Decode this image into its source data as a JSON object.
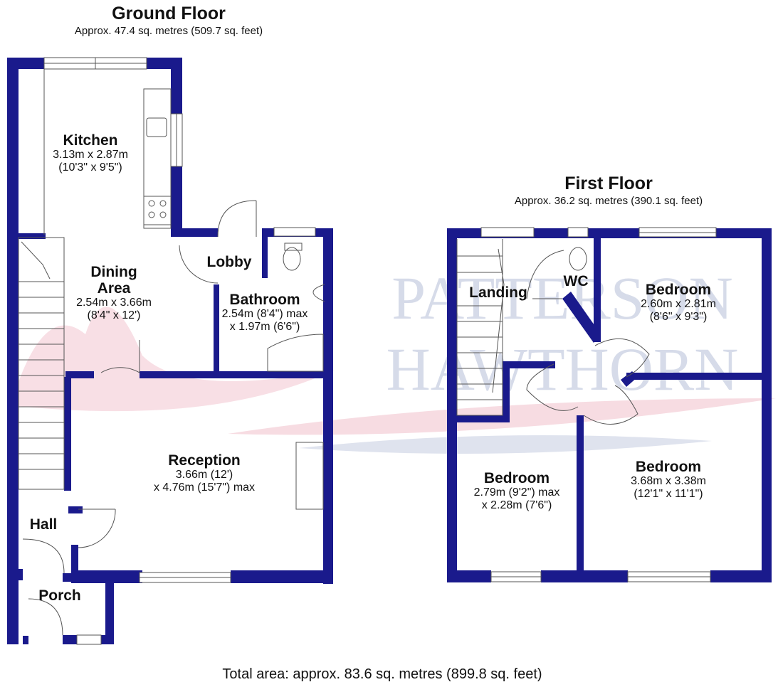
{
  "ground_floor": {
    "title": "Ground Floor",
    "area": "Approx. 47.4 sq. metres (509.7 sq. feet)",
    "rooms": {
      "kitchen": {
        "name": "Kitchen",
        "dim1": "3.13m x 2.87m",
        "dim2": "(10'3\" x 9'5\")"
      },
      "dining": {
        "name1": "Dining",
        "name2": "Area",
        "dim1": "2.54m x 3.66m",
        "dim2": "(8'4\" x 12')"
      },
      "lobby": {
        "name": "Lobby"
      },
      "bathroom": {
        "name": "Bathroom",
        "dim1": "2.54m (8'4\") max",
        "dim2": "x 1.97m (6'6\")"
      },
      "reception": {
        "name": "Reception",
        "dim1": "3.66m (12')",
        "dim2": "x 4.76m (15'7\") max"
      },
      "hall": {
        "name": "Hall"
      },
      "porch": {
        "name": "Porch"
      }
    }
  },
  "first_floor": {
    "title": "First Floor",
    "area": "Approx. 36.2 sq. metres (390.1 sq. feet)",
    "rooms": {
      "landing": {
        "name": "Landing"
      },
      "wc": {
        "name": "WC"
      },
      "bedroom_1": {
        "name": "Bedroom",
        "dim1": "2.60m x 2.81m",
        "dim2": "(8'6\" x 9'3\")"
      },
      "bedroom_2": {
        "name": "Bedroom",
        "dim1": "2.79m (9'2\") max",
        "dim2": "x 2.28m (7'6\")"
      },
      "bedroom_3": {
        "name": "Bedroom",
        "dim1": "3.68m x 3.38m",
        "dim2": "(12'1\" x 11'1\")"
      }
    }
  },
  "watermark": {
    "line1": "PATTERSON",
    "line2": "HAWTHORN"
  },
  "total_area": "Total area: approx. 83.6 sq. metres (899.8 sq. feet)",
  "colors": {
    "wall": "#1a1a8c",
    "watermark_blue": "#c9d0e2",
    "watermark_pink": "#f2c4cf"
  }
}
